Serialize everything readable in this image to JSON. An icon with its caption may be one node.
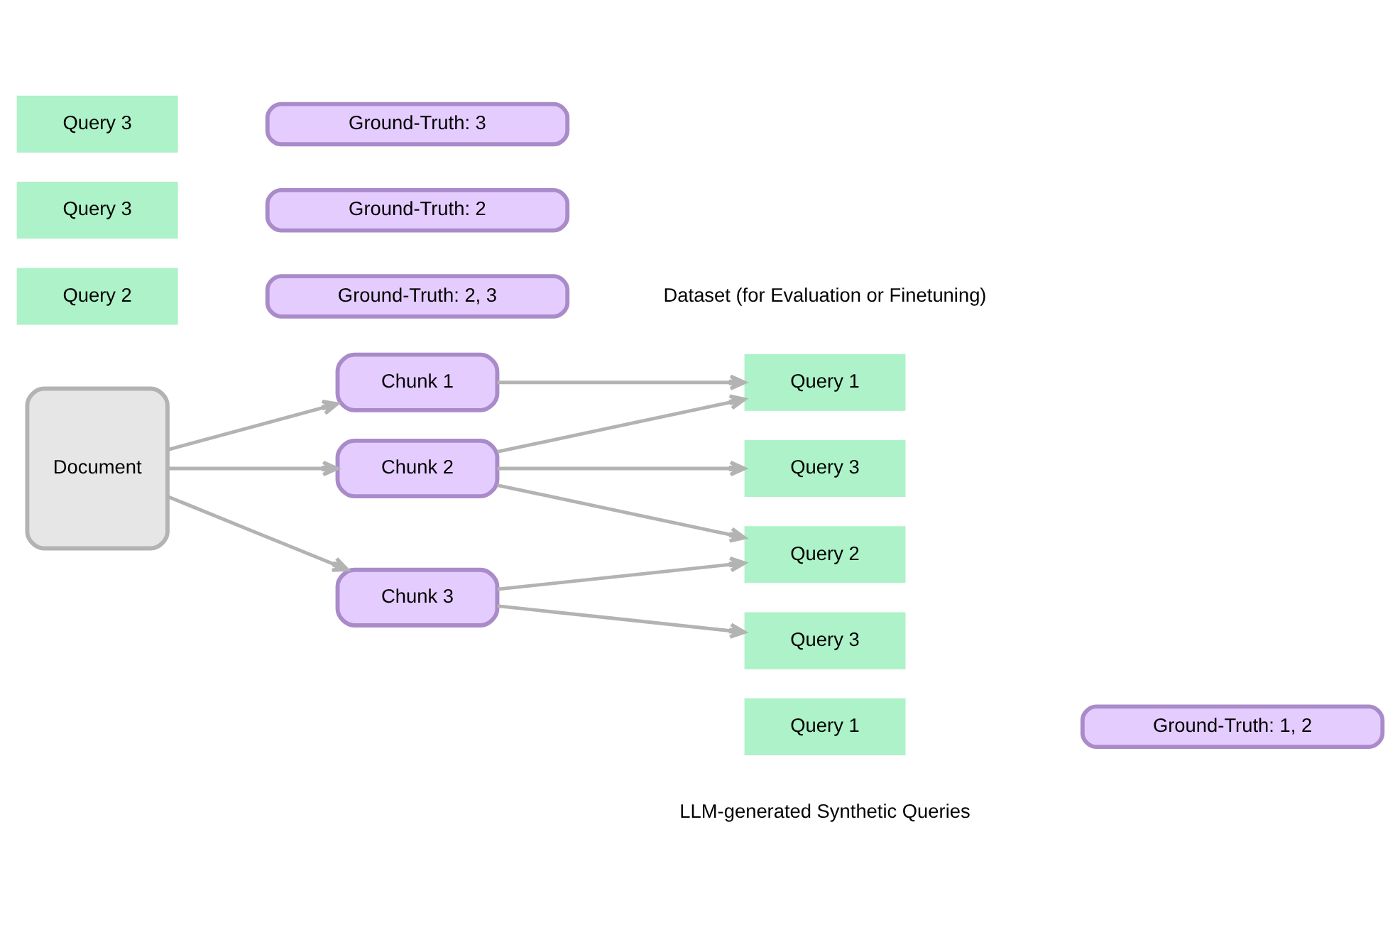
{
  "diagram": {
    "nodes": [
      {
        "text": [
          "Document"
        ]
      },
      {
        "text": [
          "Chunk 1"
        ]
      },
      {
        "text": [
          "Chunk 2"
        ]
      },
      {
        "text": [
          "Chunk 3"
        ]
      },
      {
        "text": [
          "Query 1"
        ]
      },
      {
        "text": [
          "Query 2"
        ]
      },
      {
        "text": [
          "Query 3"
        ]
      },
      {
        "text": [
          "Query 3"
        ]
      },
      {
        "text": [
          "Query 1"
        ]
      },
      {
        "text": [
          "Ground-Truth: 1, 2"
        ]
      },
      {
        "text": [
          "Query 2"
        ]
      },
      {
        "text": [
          "Ground-Truth: 2, 3"
        ]
      },
      {
        "text": [
          "Query 3"
        ]
      },
      {
        "text": [
          "Ground-Truth: 2"
        ]
      },
      {
        "text": [
          "Query 3"
        ]
      },
      {
        "text": [
          "Ground-Truth: 3"
        ]
      }
    ],
    "edges": [
      {
        "from": 0,
        "to": 1,
        "arrow": "to"
      },
      {
        "from": 0,
        "to": 2,
        "arrow": "to"
      },
      {
        "from": 0,
        "to": 3,
        "arrow": "to"
      },
      {
        "from": 1,
        "to": 4,
        "arrow": "to"
      },
      {
        "from": 2,
        "to": 4,
        "arrow": "to"
      },
      {
        "from": 2,
        "to": 5,
        "arrow": "to"
      },
      {
        "from": 3,
        "to": 5,
        "arrow": "to"
      },
      {
        "from": 2,
        "to": 6,
        "arrow": "to"
      },
      {
        "from": 3,
        "to": 7,
        "arrow": "to"
      }
    ],
    "labels": [
      "LLM-generated Synthetic Queries",
      "Dataset (for Evaluation or Finetuning)"
    ]
  }
}
